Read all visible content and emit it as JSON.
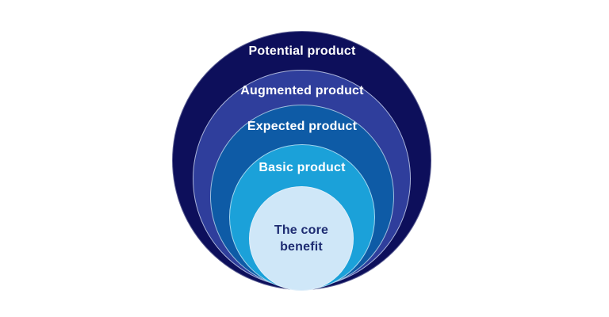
{
  "diagram": {
    "type": "concentric-circles",
    "background_color": "#ffffff",
    "ring_outline_color": "rgba(235,242,250,0.65)",
    "ring_label_text_color": "#ffffff",
    "levels": [
      {
        "label": "Potential product",
        "color": "#0d0f5b"
      },
      {
        "label": "Augmented product",
        "color": "#2f3e9c"
      },
      {
        "label": "Expected product",
        "color": "#0e5ba6"
      },
      {
        "label": "Basic product",
        "color": "#1ba1d9"
      },
      {
        "label": "The core benefit",
        "color": "#cfe7f8",
        "text_color": "#1e2c72"
      }
    ]
  }
}
